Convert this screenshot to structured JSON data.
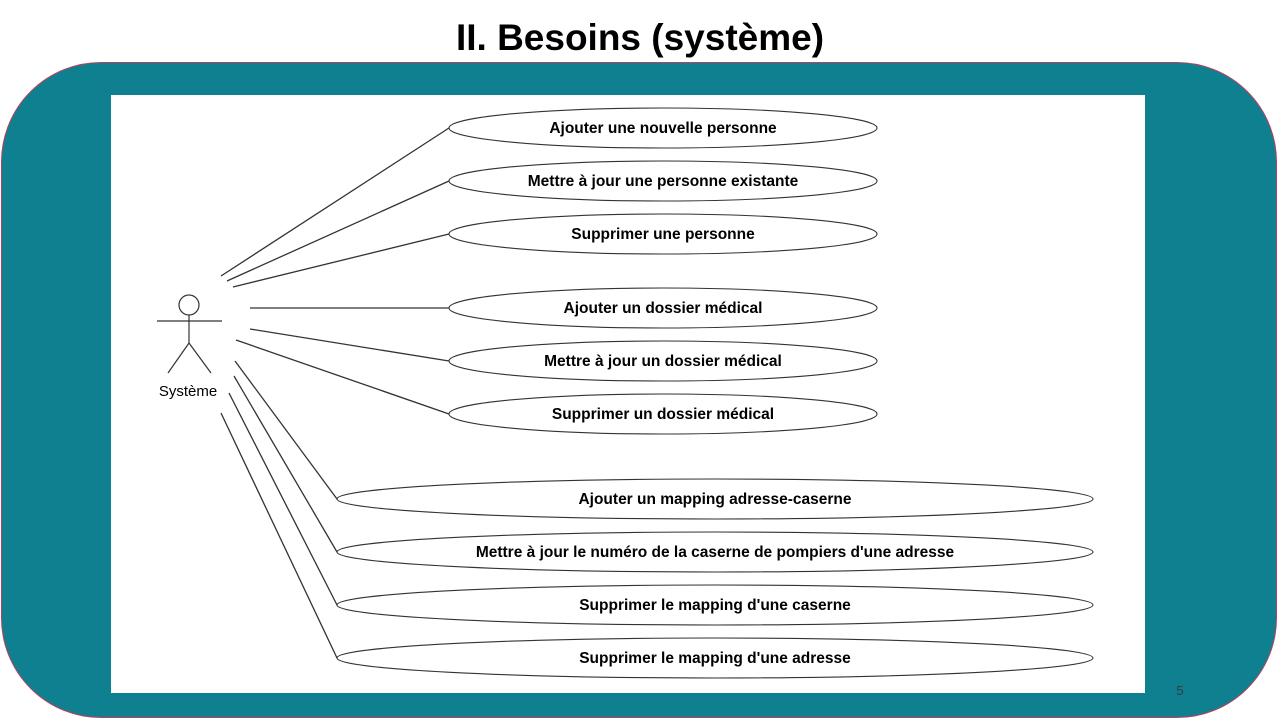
{
  "slide": {
    "title": "II. Besoins (système)",
    "page_number": "5"
  },
  "colors": {
    "frame_fill": "#0e8090",
    "frame_border": "#b8405e",
    "diagram_background": "#ffffff",
    "line_color": "#333333"
  },
  "diagram": {
    "actor": {
      "label": "Système",
      "icon": "stick-figure-actor-icon"
    },
    "use_cases": [
      {
        "label": "Ajouter une nouvelle personne"
      },
      {
        "label": "Mettre à jour une personne existante"
      },
      {
        "label": "Supprimer une personne"
      },
      {
        "label": "Ajouter un dossier médical"
      },
      {
        "label": "Mettre à jour un dossier médical"
      },
      {
        "label": "Supprimer un dossier médical"
      },
      {
        "label": "Ajouter un mapping adresse-caserne"
      },
      {
        "label": "Mettre à jour le numéro de la caserne de pompiers d'une adresse"
      },
      {
        "label": "Supprimer le mapping d'une caserne"
      },
      {
        "label": "Supprimer le mapping d'une adresse"
      }
    ]
  }
}
